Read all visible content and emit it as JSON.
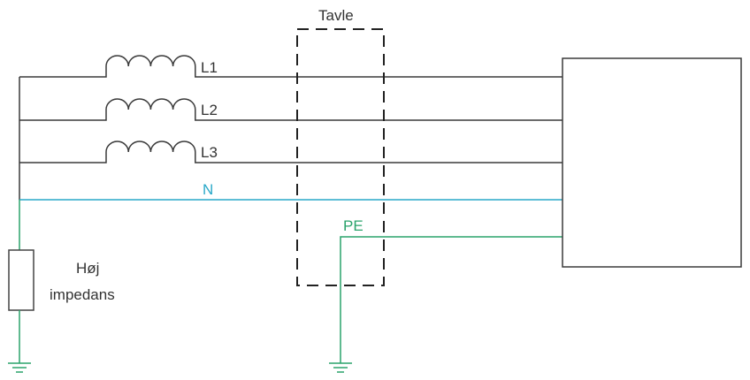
{
  "labels": {
    "panel": "Tavle",
    "phase1": "L1",
    "phase2": "L2",
    "phase3": "L3",
    "neutral": "N",
    "protective_earth": "PE",
    "impedance_line1": "Høj",
    "impedance_line2": "impedans"
  },
  "colors": {
    "phase": "#3a3a3a",
    "neutral": "#29a8c8",
    "earth": "#2aa36b",
    "panel": "#222222"
  }
}
